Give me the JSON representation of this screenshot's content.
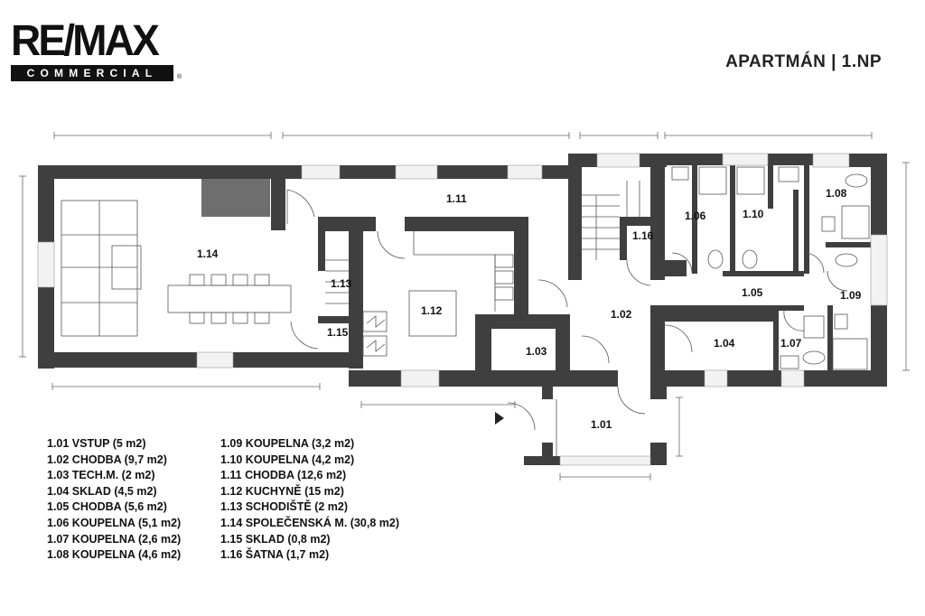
{
  "brand": {
    "name": "RE/MAX",
    "subtitle": "COMMERCIAL",
    "registered": "®"
  },
  "title": "APARTMÁN | 1.NP",
  "rooms": {
    "r101": "1.01",
    "r102": "1.02",
    "r103": "1.03",
    "r104": "1.04",
    "r105": "1.05",
    "r106": "1.06",
    "r107": "1.07",
    "r108": "1.08",
    "r109": "1.09",
    "r110": "1.10",
    "r111": "1.11",
    "r112": "1.12",
    "r113": "1.13",
    "r114": "1.14",
    "r115": "1.15",
    "r116": "1.16"
  },
  "legend_left": [
    "1.01 VSTUP (5 m2)",
    "1.02 CHODBA (9,7 m2)",
    "1.03 TECH.M. (2 m2)",
    "1.04 SKLAD (4,5 m2)",
    "1.05 CHODBA (5,6 m2)",
    "1.06 KOUPELNA (5,1 m2)",
    "1.07 KOUPELNA (2,6 m2)",
    "1.08 KOUPELNA (4,6 m2)"
  ],
  "legend_right": [
    "1.09 KOUPELNA (3,2 m2)",
    "1.10 KOUPELNA (4,2 m2)",
    "1.11 CHODBA (12,6 m2)",
    "1.12 KUCHYNĚ (15 m2)",
    "1.13 SCHODIŠTĚ (2 m2)",
    "1.14 SPOLEČENSKÁ M. (30,8 m2)",
    "1.15 SKLAD (0,8 m2)",
    "1.16 ŠATNA (1,7 m2)"
  ],
  "colors": {
    "wall": "#3f3f3f",
    "accent_block": "#6e6e6e",
    "line": "#555555",
    "background": "#ffffff"
  }
}
